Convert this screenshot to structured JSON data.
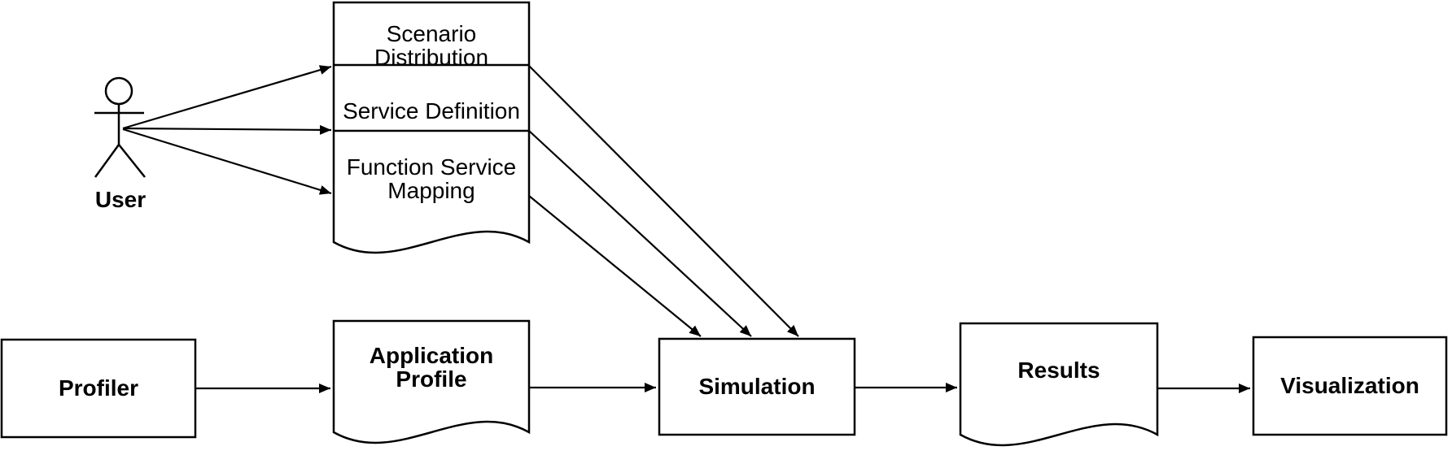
{
  "diagram": {
    "user": {
      "label": "User"
    },
    "config_document": {
      "sections": [
        "Scenario Distribution",
        "Service Definition",
        "Function Service Mapping"
      ]
    },
    "pipeline": {
      "profiler": "Profiler",
      "application_profile": "Application Profile",
      "simulation": "Simulation",
      "results": "Results",
      "visualization": "Visualization"
    },
    "colors": {
      "stroke": "#000000",
      "shape_fill": "#ffffff",
      "text": "#000000",
      "background": "#ffffff"
    }
  }
}
